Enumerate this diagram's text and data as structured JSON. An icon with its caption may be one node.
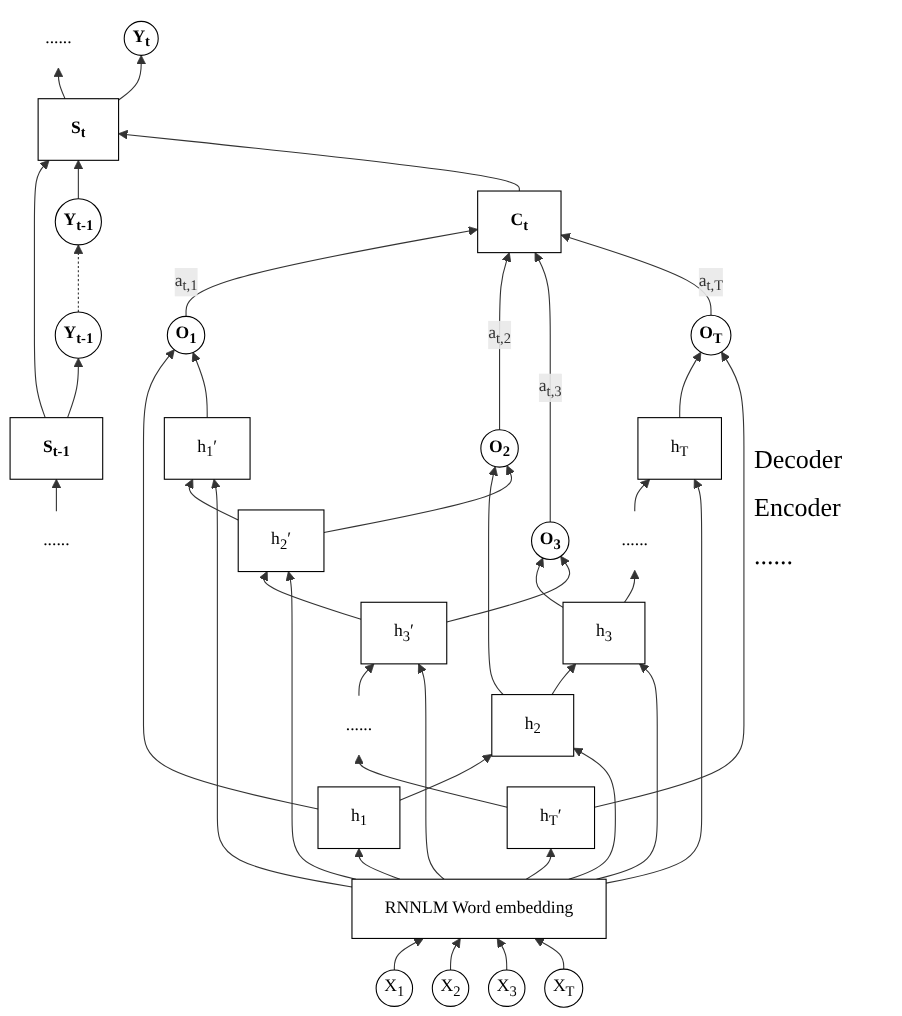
{
  "diagram": {
    "nodes": [
      {
        "text": [
          "Y$_{t-1}$"
        ]
      },
      {
        "text": [
          "Y$_{t}$"
        ]
      },
      {
        "text": [
          "......"
        ]
      },
      {
        "text": [
          "S$_{t-1}$"
        ]
      },
      {
        "text": [
          "S$_{t}$"
        ]
      },
      {
        "text": [
          "......"
        ]
      },
      {
        "text": [
          "Y$_{t-1}$"
        ]
      },
      {
        "text": [
          "C$_{t}$"
        ]
      },
      {
        "text": [
          "O$_{1}$"
        ]
      },
      {
        "text": [
          "O$_{2}$"
        ]
      },
      {
        "text": [
          "O$_{3}$"
        ]
      },
      {
        "text": [
          "O$_{T}$"
        ]
      },
      {
        "text": [
          "h$_{1}$′"
        ]
      },
      {
        "text": [
          "h$_{2}$′"
        ]
      },
      {
        "text": [
          "h$_{3}$′"
        ]
      },
      {
        "text": [
          "......"
        ]
      },
      {
        "text": [
          "h$_{T}$′"
        ]
      },
      {
        "text": [
          "h$_{1}$"
        ]
      },
      {
        "text": [
          "h$_{2}$"
        ]
      },
      {
        "text": [
          "h$_{3}$"
        ]
      },
      {
        "text": [
          "......"
        ]
      },
      {
        "text": [
          "h$_{T}$"
        ]
      },
      {
        "text": [
          "RNNLM Word embedding"
        ]
      },
      {
        "text": [
          "X$_{1}$"
        ]
      },
      {
        "text": [
          "X$_{2}$"
        ]
      },
      {
        "text": [
          "X$_{3}$"
        ]
      },
      {
        "text": [
          "X$_{T}$"
        ]
      }
    ],
    "edges": [
      {
        "from": 2,
        "to": 3,
        "arrow": "to"
      },
      {
        "from": 3,
        "to": 4,
        "arrow": "to"
      },
      {
        "from": 4,
        "to": 5,
        "arrow": "to"
      },
      {
        "from": 3,
        "to": 0,
        "arrow": "to"
      },
      {
        "from": 4,
        "to": 1,
        "arrow": "to"
      },
      {
        "from": 6,
        "to": 4,
        "arrow": "to"
      },
      {
        "from": 0,
        "to": 6,
        "arrow": "to",
        "style": "dashed"
      },
      {
        "from": 7,
        "to": 4,
        "arrow": "to"
      },
      {
        "from": 8,
        "to": 7,
        "arrow": "to",
        "label": "a$_{t,1}$"
      },
      {
        "from": 9,
        "to": 7,
        "arrow": "to",
        "label": "a$_{t,2}$"
      },
      {
        "from": 10,
        "to": 7,
        "arrow": "to",
        "label": "a$_{t,3}$"
      },
      {
        "from": 11,
        "to": 7,
        "arrow": "to",
        "label": "a$_{t,T}$"
      },
      {
        "from": 17,
        "to": 8,
        "arrow": "to"
      },
      {
        "from": 12,
        "to": 8,
        "arrow": "to"
      },
      {
        "from": 18,
        "to": 9,
        "arrow": "to"
      },
      {
        "from": 13,
        "to": 9,
        "arrow": "to"
      },
      {
        "from": 19,
        "to": 10,
        "arrow": "to"
      },
      {
        "from": 14,
        "to": 10,
        "arrow": "to"
      },
      {
        "from": 21,
        "to": 11,
        "arrow": "to"
      },
      {
        "from": 16,
        "to": 11,
        "arrow": "to"
      },
      {
        "from": 13,
        "to": 12,
        "arrow": "to"
      },
      {
        "from": 14,
        "to": 13,
        "arrow": "to"
      },
      {
        "from": 15,
        "to": 14,
        "arrow": "to"
      },
      {
        "from": 16,
        "to": 15,
        "arrow": "to"
      },
      {
        "from": 17,
        "to": 18,
        "arrow": "to"
      },
      {
        "from": 18,
        "to": 19,
        "arrow": "to"
      },
      {
        "from": 19,
        "to": 20,
        "arrow": "to"
      },
      {
        "from": 20,
        "to": 21,
        "arrow": "to"
      },
      {
        "from": 22,
        "to": 17,
        "arrow": "to"
      },
      {
        "from": 22,
        "to": 12,
        "arrow": "to"
      },
      {
        "from": 22,
        "to": 18,
        "arrow": "to"
      },
      {
        "from": 22,
        "to": 13,
        "arrow": "to"
      },
      {
        "from": 22,
        "to": 19,
        "arrow": "to"
      },
      {
        "from": 22,
        "to": 14,
        "arrow": "to"
      },
      {
        "from": 22,
        "to": 21,
        "arrow": "to"
      },
      {
        "from": 22,
        "to": 16,
        "arrow": "to"
      },
      {
        "from": 23,
        "to": 22,
        "arrow": "to"
      },
      {
        "from": 24,
        "to": 22,
        "arrow": "to"
      },
      {
        "from": 25,
        "to": 22,
        "arrow": "to"
      },
      {
        "from": 26,
        "to": 22,
        "arrow": "to"
      }
    ],
    "labels": [
      "Decoder",
      "Encoder",
      "......"
    ]
  }
}
